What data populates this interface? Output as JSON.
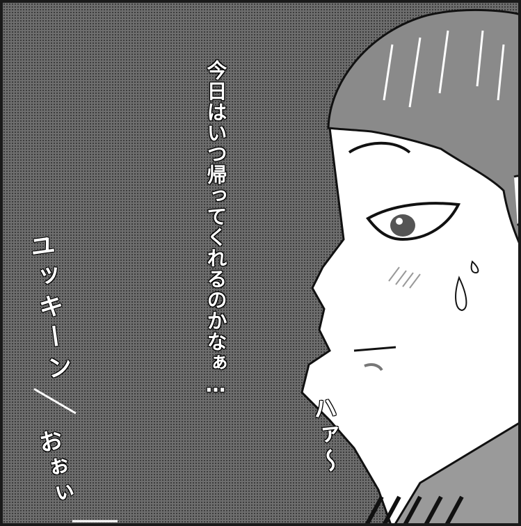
{
  "dialogue": {
    "text": "今日はいつ帰ってくれるのかなぁ…"
  },
  "sound_effects": {
    "tension": "ユッキーン",
    "dread": "おぉぃ",
    "sigh": "ハァ〜"
  },
  "colors": {
    "screentone_dark": "#2b2b2b",
    "screentone_base": "#6e6e6e",
    "border": "#1a1a1a",
    "hair": "#8a8a8a",
    "skin": "#ffffff"
  }
}
